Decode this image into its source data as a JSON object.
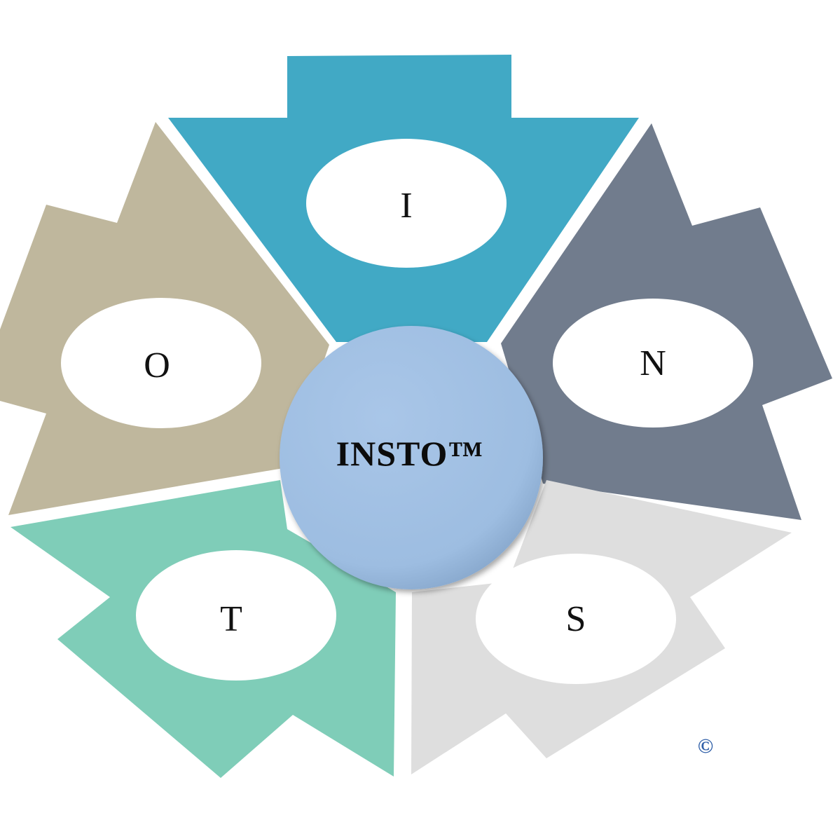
{
  "center": {
    "label": "INSTO™",
    "color": "#9dbde1"
  },
  "segments": {
    "I": {
      "label": "I",
      "color": "#41a9c5"
    },
    "N": {
      "label": "N",
      "color": "#717c8d"
    },
    "S": {
      "label": "S",
      "color": "#dedede"
    },
    "T": {
      "label": "T",
      "color": "#7fcdb8"
    },
    "O": {
      "label": "O",
      "color": "#bfb79d"
    }
  },
  "copyright": {
    "symbol": "©",
    "color": "#2f5fa8"
  }
}
